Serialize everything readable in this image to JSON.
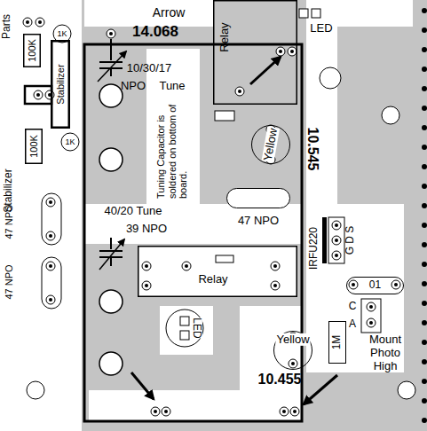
{
  "diagram": {
    "nodes": [
      {
        "text": [
          "100K"
        ]
      },
      {
        "text": [
          "Stabilizer"
        ]
      },
      {
        "text": [
          "100K"
        ]
      },
      {
        "text": [
          "Relay"
        ]
      },
      {
        "text": [
          "Yellow"
        ]
      },
      {
        "text": [
          "47 NPO"
        ]
      },
      {
        "text": [
          "Relay"
        ]
      },
      {
        "text": [
          "01"
        ]
      },
      {
        "text": [
          "Yellow"
        ]
      },
      {
        "text": [
          "1M"
        ]
      }
    ],
    "labels": [
      "Parts",
      "1K",
      "1K",
      "Stabilizer",
      "47 NPO",
      "47 NPO",
      "Arrow",
      "14.068",
      "10/30/17",
      "NPO",
      "Tune",
      "LED",
      "Tuning Capacitor is soldered on bottom of board.",
      "10.545",
      "40/20 Tune",
      "39 NPO",
      "IRFU220",
      "G D S",
      "C",
      "A",
      "LED",
      "Mount Photo High",
      "10.455"
    ]
  }
}
